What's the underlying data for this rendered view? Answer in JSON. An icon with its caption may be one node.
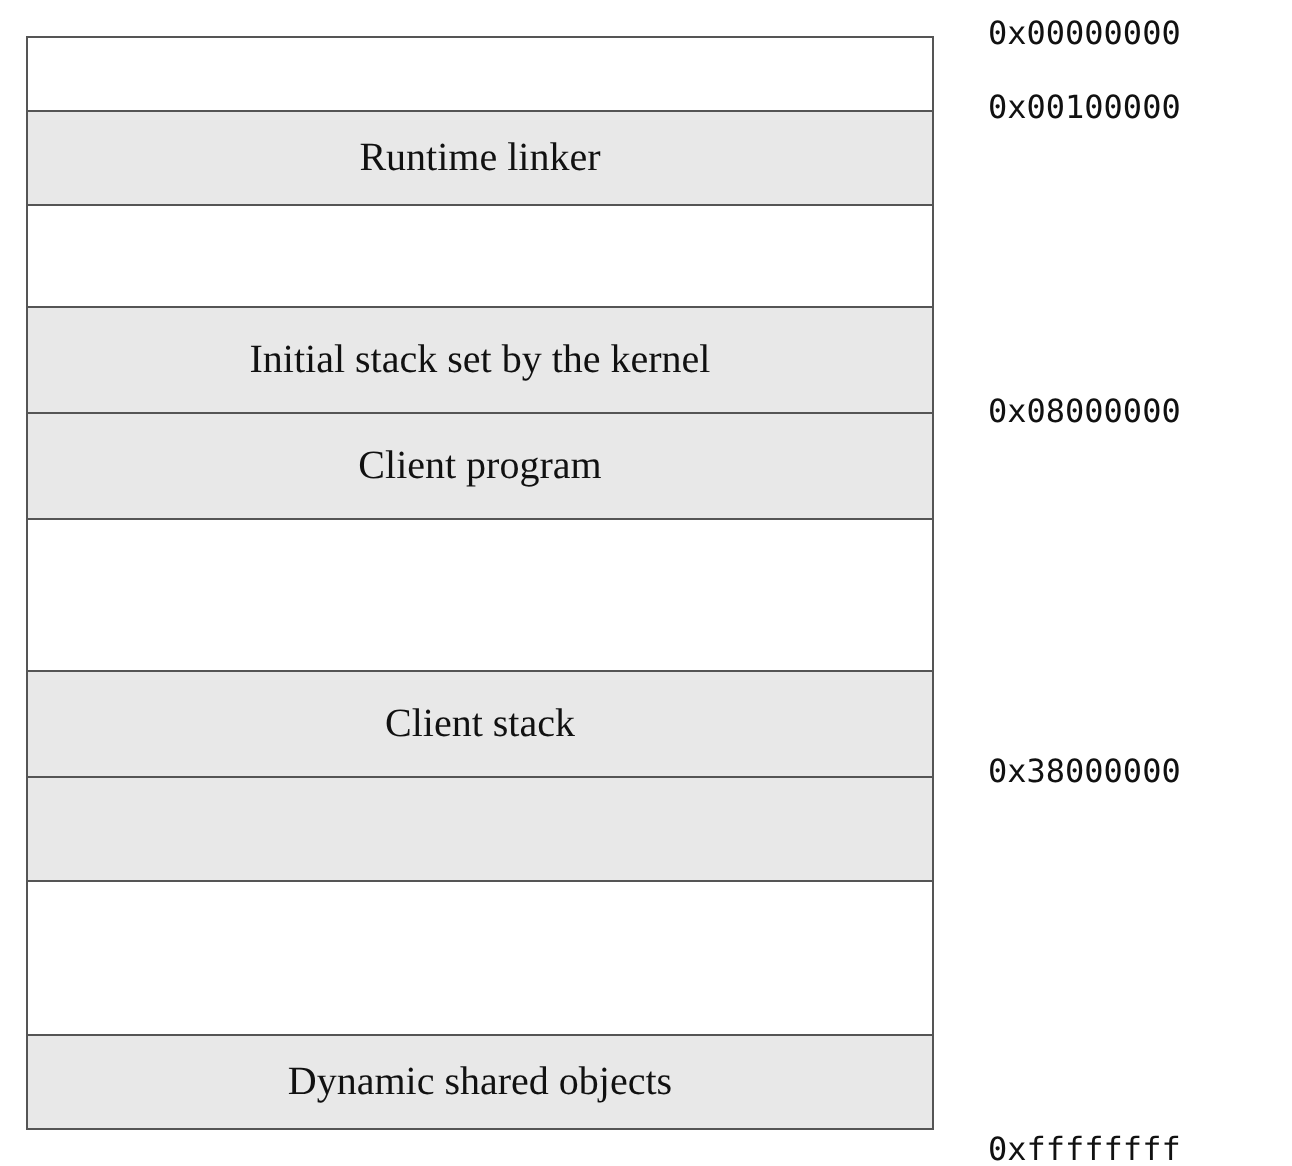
{
  "diagram": {
    "nodes": [
      {
        "text": [],
        "shape": "box"
      },
      {
        "text": [
          "Runtime linker"
        ]
      },
      {
        "text": [],
        "shape": "box"
      },
      {
        "text": [
          "Initial stack set by the kernel"
        ]
      },
      {
        "text": [
          "Client program"
        ]
      },
      {
        "text": [],
        "shape": "box"
      },
      {
        "text": [
          "Client stack"
        ]
      },
      {
        "text": [],
        "shape": "box"
      },
      {
        "text": [],
        "shape": "box"
      },
      {
        "text": [
          "Dynamic shared objects"
        ]
      }
    ],
    "labels": [
      "0x00000000",
      "0x00100000",
      "0x08000000",
      "0x38000000",
      "0xffffffff"
    ]
  }
}
